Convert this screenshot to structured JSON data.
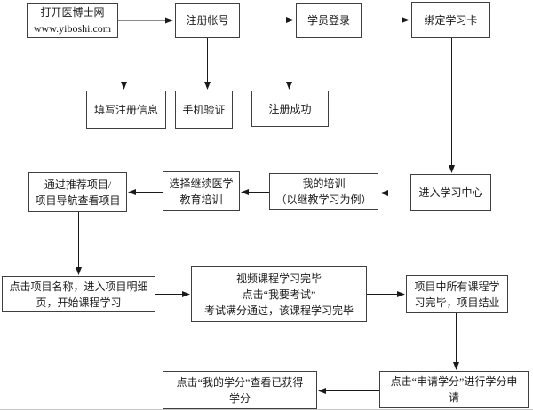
{
  "colors": {
    "background": "#ffffff",
    "box_border": "#3f3f3f",
    "text": "#1a1a1a",
    "arrow": "#1a1a1a",
    "edge": "#c8c8c8"
  },
  "flowchart": {
    "nodes": {
      "open_site": {
        "label": "打开医博士网\nwww.yiboshi.com"
      },
      "register_account": {
        "label": "注册帐号"
      },
      "student_login": {
        "label": "学员登录"
      },
      "bind_card": {
        "label": "绑定学习卡"
      },
      "fill_info": {
        "label": "填写注册信息"
      },
      "phone_verify": {
        "label": "手机验证"
      },
      "register_success": {
        "label": "注册成功"
      },
      "view_projects": {
        "label": "通过推荐项目/\n项目导航查看项目"
      },
      "choose_cme": {
        "label": "选择继续医学\n教育培训"
      },
      "my_training": {
        "label": "我的培训\n（以继教学习为例）"
      },
      "enter_center": {
        "label": "进入学习中心"
      },
      "click_project": {
        "label": "点击项目名称，进入项目明细\n页，开始课程学习"
      },
      "video_exam": {
        "label": "视频课程学习完毕\n点击“我要考试”\n考试满分通过，该课程学习完毕"
      },
      "project_complete": {
        "label": "项目中所有课程学\n习完毕，项目结业"
      },
      "apply_credit": {
        "label": "点击“申请学分”进行学分申\n请"
      },
      "view_credit": {
        "label": "点击“我的学分”查看已获得\n学分"
      }
    },
    "edges": [
      {
        "from": "open_site",
        "to": "register_account"
      },
      {
        "from": "register_account",
        "to": "student_login"
      },
      {
        "from": "student_login",
        "to": "bind_card"
      },
      {
        "from": "register_account",
        "to": "fill_info"
      },
      {
        "from": "register_account",
        "to": "phone_verify"
      },
      {
        "from": "register_account",
        "to": "register_success"
      },
      {
        "from": "bind_card",
        "to": "enter_center"
      },
      {
        "from": "enter_center",
        "to": "my_training"
      },
      {
        "from": "my_training",
        "to": "choose_cme"
      },
      {
        "from": "choose_cme",
        "to": "view_projects"
      },
      {
        "from": "view_projects",
        "to": "click_project"
      },
      {
        "from": "click_project",
        "to": "video_exam"
      },
      {
        "from": "video_exam",
        "to": "project_complete"
      },
      {
        "from": "project_complete",
        "to": "apply_credit"
      },
      {
        "from": "apply_credit",
        "to": "view_credit"
      }
    ]
  }
}
